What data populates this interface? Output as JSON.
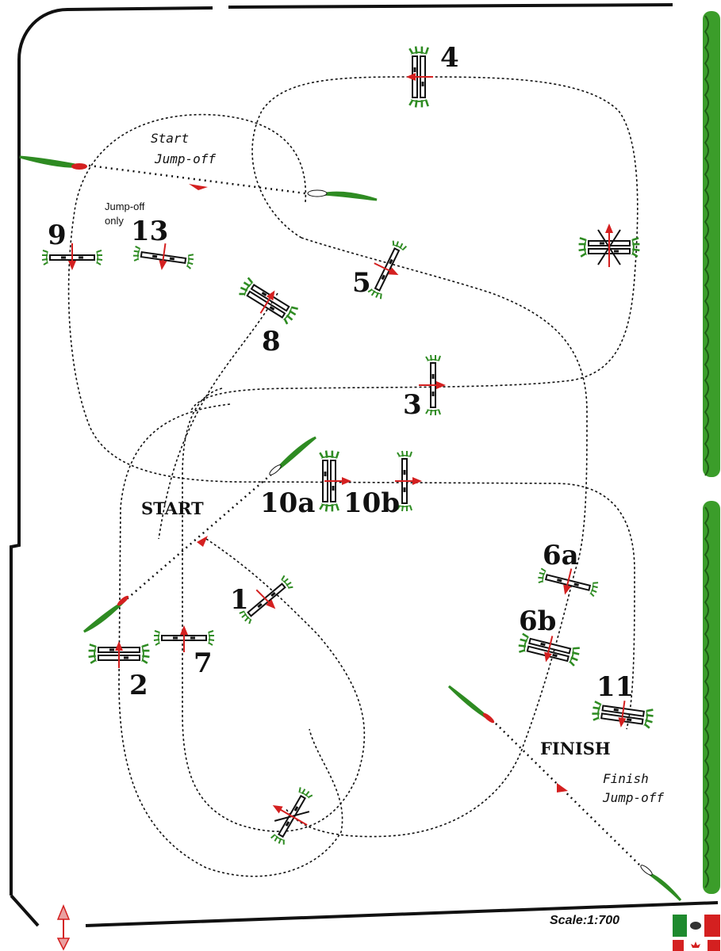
{
  "course": {
    "numbers": {
      "n1": "1",
      "n2": "2",
      "n3": "3",
      "n4": "4",
      "n5": "5",
      "n6a": "6a",
      "n6b": "6b",
      "n7": "7",
      "n8": "8",
      "n9": "9",
      "n10a": "10a",
      "n10b": "10b",
      "n11": "11",
      "n13": "13"
    },
    "start_label": "START",
    "finish_label": "FINISH",
    "start_jumpoff": [
      "Start",
      "Jump-off"
    ],
    "finish_jumpoff": [
      "Finish",
      "Jump-off"
    ],
    "jumpoff_only": [
      "Jump-off",
      "only"
    ],
    "scale": "Scale:1:700"
  },
  "colors": {
    "line": "#111111",
    "plant": "#2e8b22",
    "arrow": "#d42020",
    "hedge": "#3b9d2a"
  }
}
